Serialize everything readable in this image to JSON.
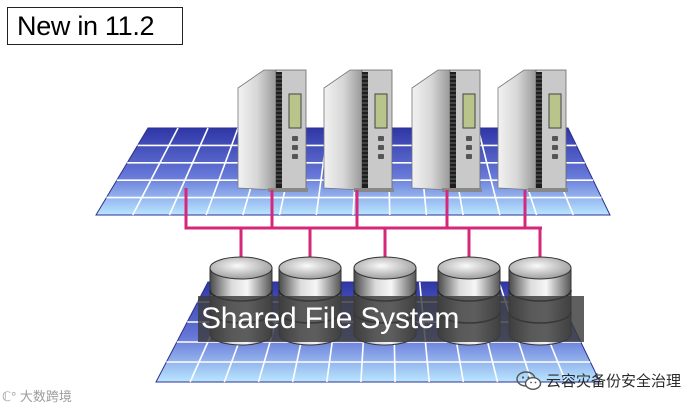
{
  "badge": {
    "text": "New in 11.2"
  },
  "storage": {
    "label": "Shared File System"
  },
  "watermarks": {
    "left": "大数跨境",
    "right": "云容灾备份安全治理"
  },
  "icons": {
    "wechat": "wechat-icon",
    "logo": "logo-icon"
  },
  "colors": {
    "interconnect": "#d6287b",
    "grid": "#6f78d8"
  },
  "counts": {
    "servers": 4,
    "disks": 5
  }
}
